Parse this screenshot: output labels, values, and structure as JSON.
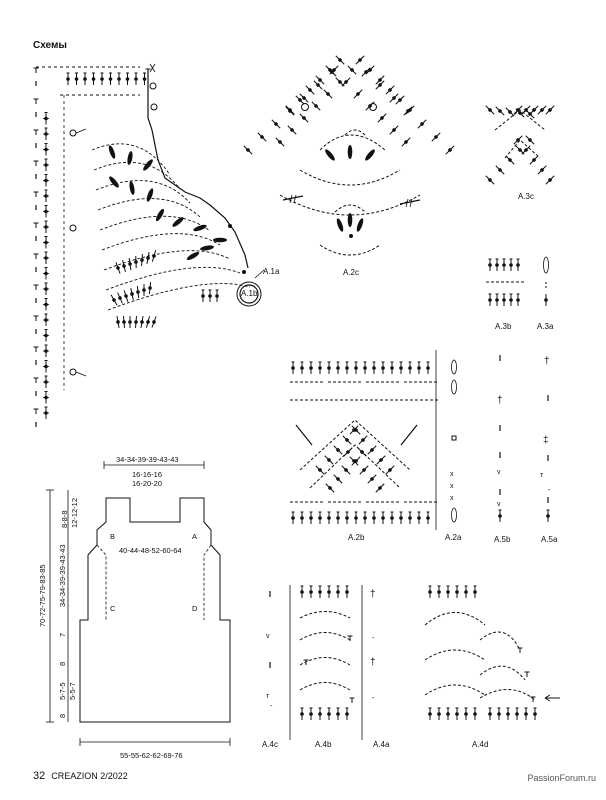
{
  "page": {
    "section_title": "Схемы",
    "page_number": "32",
    "magazine": "CREAZION 2/2022",
    "watermark": "PassionForum.ru"
  },
  "chart_labels": {
    "a1a": "A.1a",
    "a1b": "A.1b",
    "a2c": "A.2c",
    "a3c": "A.3c",
    "a3b": "A.3b",
    "a3a": "A.3a",
    "a2b": "A.2b",
    "a2a": "A.2a",
    "a5b": "A.5b",
    "a5a": "A.5a",
    "a4c": "A.4c",
    "a4b": "A.4b",
    "a4a": "A.4a",
    "a4d": "A.4d"
  },
  "schematic": {
    "top_width": "34-34-39-39-43-43",
    "strap_width_1": "16-16-16",
    "strap_width_2": "16-20-20",
    "strap_height_1": "8-8-8",
    "strap_height_2": "12-12-12",
    "chest_width": "40-44-48-52-60-64",
    "total_height": "70-72-75-79-83-85",
    "body_height": "34-34-39-39-43-43",
    "seg_7": "7",
    "seg_8a": "8",
    "seg_575_1": "5-7-5",
    "seg_575_2": "5-5-7",
    "seg_8b": "8",
    "bottom_width": "55-55-62-62-69-76",
    "point_a": "A",
    "point_b": "B",
    "point_c": "C",
    "point_d": "D"
  }
}
